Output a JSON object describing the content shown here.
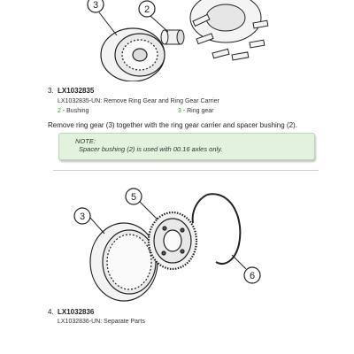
{
  "top_figure": {
    "callouts": [
      "3",
      "2"
    ]
  },
  "step3": {
    "number": "3.",
    "code": "LX1032835",
    "figure_title": "LX1032835-UN: Remove Ring Gear and Ring Gear Carrier",
    "legend": [
      {
        "key": "2",
        "label": " - Bushing"
      },
      {
        "key": "3",
        "label": " - Ring gear"
      }
    ],
    "instruction": "Remove ring gear (3) together with the ring gear carrier and spacer bushing (2).",
    "note": {
      "title": "NOTE:",
      "text": "Spacer bushing (2) is used with 00.16 axles only."
    }
  },
  "bottom_figure": {
    "callouts": [
      "5",
      "3",
      "6"
    ]
  },
  "step4": {
    "number": "4.",
    "code": "LX1032836",
    "figure_title": "LX1032836-UN: Separate Parts"
  }
}
